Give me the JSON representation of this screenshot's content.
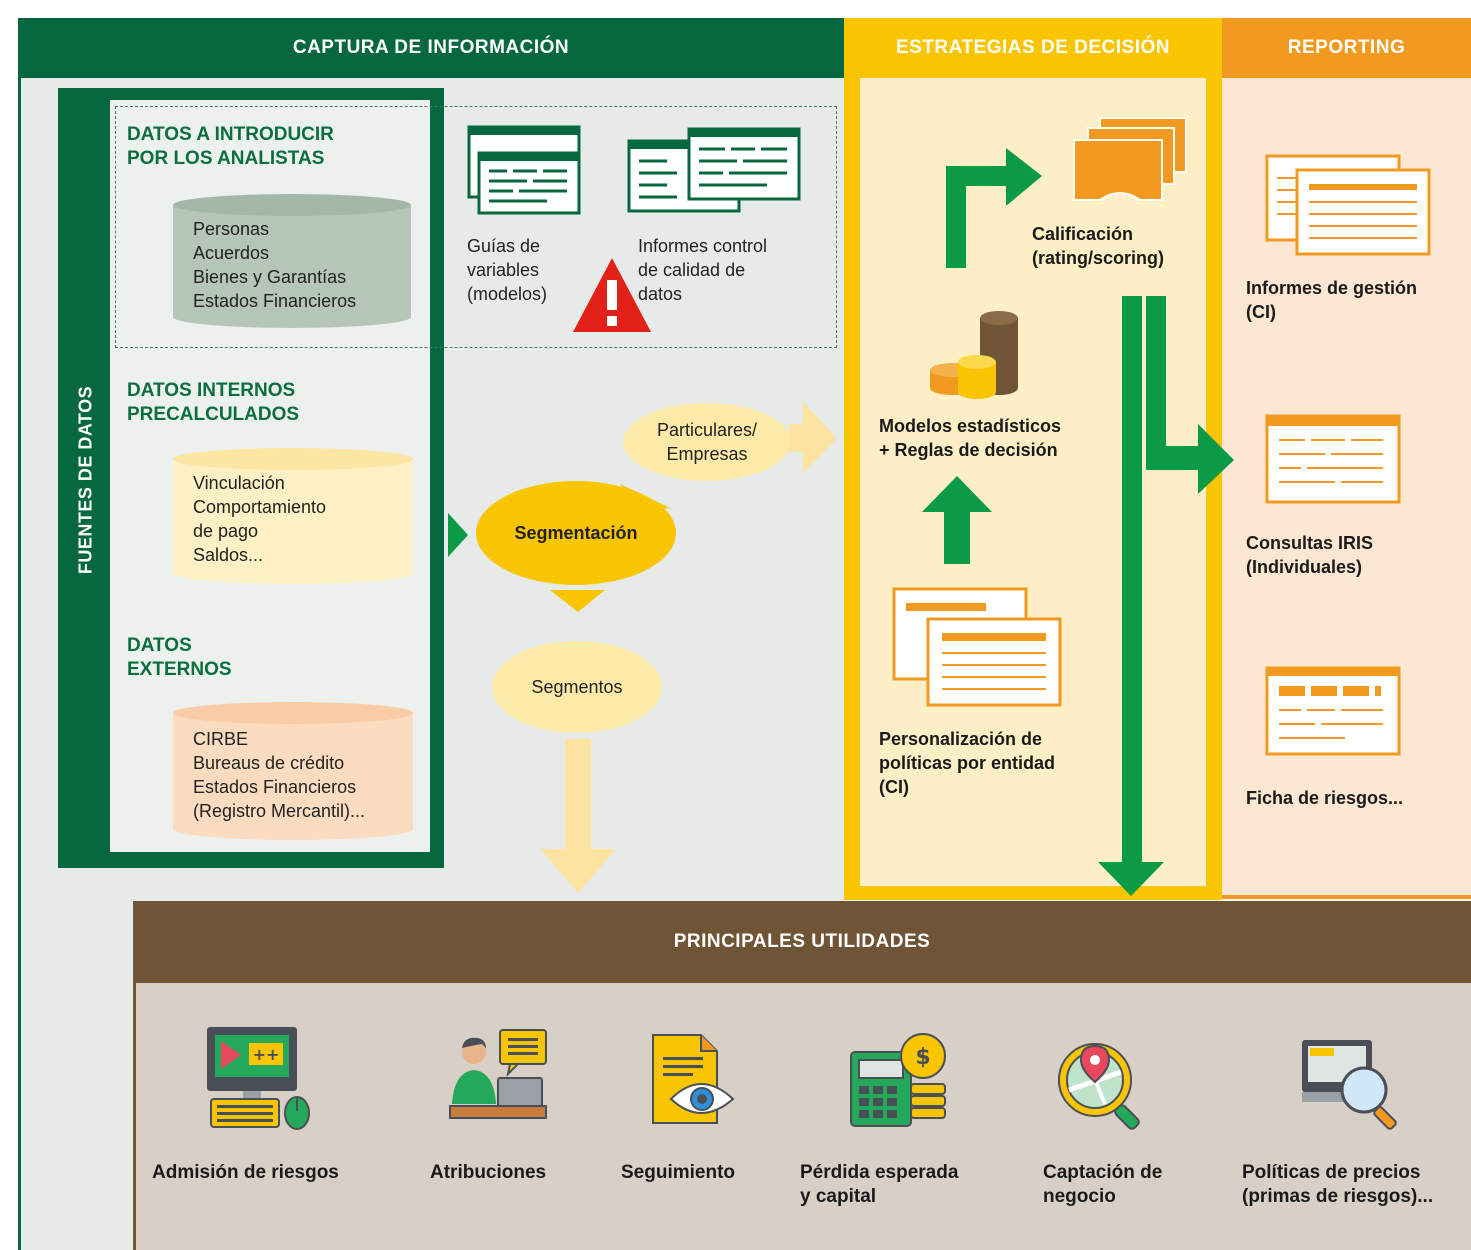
{
  "headers": {
    "captura": "CAPTURA DE INFORMACIÓN",
    "estrategias": "ESTRATEGIAS DE DECISIÓN",
    "reporting": "REPORTING",
    "utilidades": "PRINCIPALES UTILIDADES"
  },
  "fuentes_label": "FUENTES DE DATOS",
  "analistas": {
    "title1": "DATOS A INTRODUCIR",
    "title2": "POR LOS ANALISTAS",
    "items": [
      "Personas",
      "Acuerdos",
      "Bienes y Garantías",
      "Estados Financieros"
    ]
  },
  "internos": {
    "title1": "DATOS INTERNOS",
    "title2": "PRECALCULADOS",
    "items": [
      "Vinculación",
      "Comportamiento",
      "de pago",
      "Saldos..."
    ]
  },
  "externos": {
    "title1": "DATOS",
    "title2": "EXTERNOS",
    "items": [
      "CIRBE",
      "Bureaus de crédito",
      "Estados Financieros",
      "(Registro Mercantil)..."
    ]
  },
  "guias": [
    "Guías de",
    "variables",
    "(modelos)"
  ],
  "informes_control": [
    "Informes control",
    "de calidad de",
    "datos"
  ],
  "segmentacion": "Segmentación",
  "particulares": [
    "Particulares/",
    "Empresas"
  ],
  "segmentos": "Segmentos",
  "calificacion": [
    "Calificación",
    "(rating/scoring)"
  ],
  "modelos": [
    "Modelos estadísticos",
    "+ Reglas de decisión"
  ],
  "personalizacion": [
    "Personalización de",
    "políticas por entidad",
    "(CI)"
  ],
  "reporting_items": {
    "gestion": [
      "Informes de gestión",
      "(CI)"
    ],
    "consultas": [
      "Consultas IRIS",
      "(Individuales)"
    ],
    "ficha": [
      "Ficha de riesgos..."
    ]
  },
  "utilidades": [
    {
      "label1": "Admisión de riesgos",
      "label2": "",
      "icon": "computer-icon"
    },
    {
      "label1": "Atribuciones",
      "label2": "",
      "icon": "person-laptop-icon"
    },
    {
      "label1": "Seguimiento",
      "label2": "",
      "icon": "document-eye-icon"
    },
    {
      "label1": "Pérdida esperada",
      "label2": "y capital",
      "icon": "calculator-icon"
    },
    {
      "label1": "Captación de",
      "label2": "negocio",
      "icon": "map-search-icon"
    },
    {
      "label1": "Políticas de precios",
      "label2": "(primas de riesgos)...",
      "icon": "monitor-search-icon"
    }
  ],
  "colors": {
    "green_dark": "#07683f",
    "green_arrow": "#0b9a45",
    "yellow": "#f9c400",
    "orange": "#f19a1f",
    "brown": "#6f5435"
  }
}
